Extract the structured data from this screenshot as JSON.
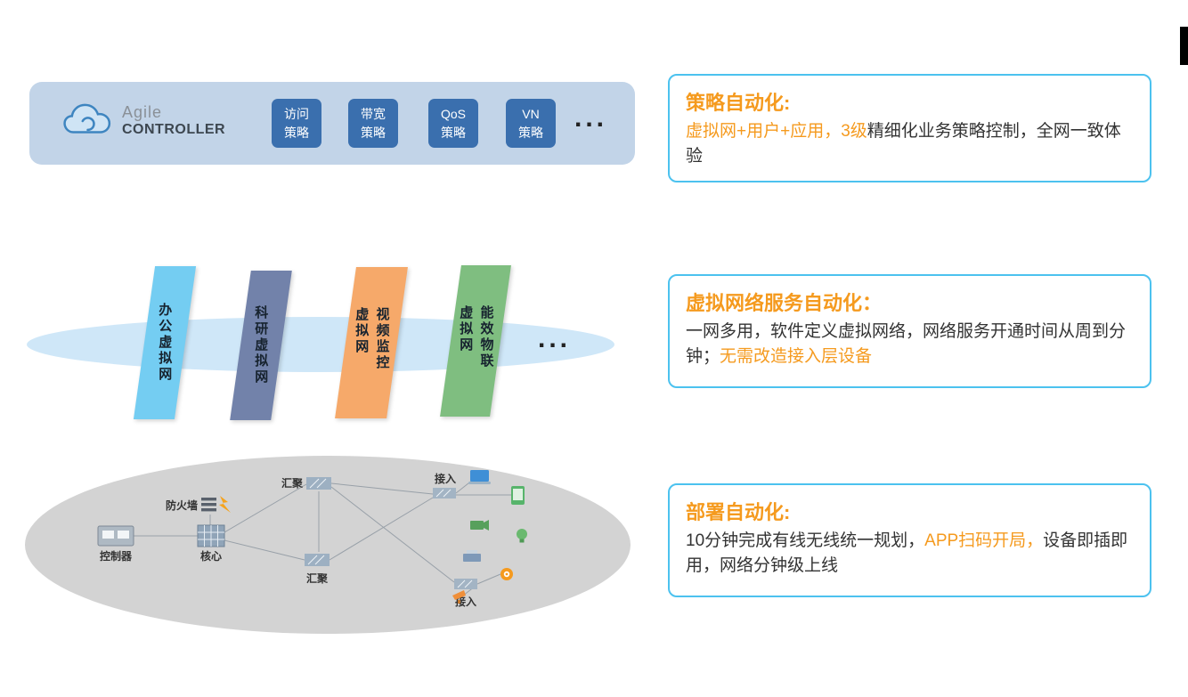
{
  "colors": {
    "accent_orange": "#f59a1e",
    "callout_border": "#4cc2ef",
    "banner_bg": "#c2d4e8",
    "chip_bg": "#3a6fae",
    "panel_cyan": "#74cdf2",
    "panel_slate": "#7282aa",
    "panel_orange": "#f6a96a",
    "panel_green": "#7fbe80",
    "ellipse_blue": "#cfe7f8",
    "ellipse_gray": "#d3d3d3"
  },
  "banner": {
    "logo": {
      "line1": "Agile",
      "line2": "CONTROLLER"
    },
    "policies": [
      {
        "line1": "访问",
        "line2": "策略"
      },
      {
        "line1": "带宽",
        "line2": "策略"
      },
      {
        "line1": "QoS",
        "line2": "策略"
      },
      {
        "line1": "VN",
        "line2": "策略"
      }
    ],
    "ellipsis": "..."
  },
  "virtual_networks": {
    "panels": [
      {
        "label": "办公虚拟网"
      },
      {
        "label": "科研虚拟网"
      },
      {
        "label": "视频监控虚拟网"
      },
      {
        "label": "能效物联虚拟网"
      }
    ],
    "ellipsis": "..."
  },
  "topology": {
    "labels": {
      "controller": "控制器",
      "firewall": "防火墙",
      "core": "核心",
      "aggregation": "汇聚",
      "access": "接入"
    }
  },
  "callouts": [
    {
      "title": "策略自动化:",
      "segments": [
        {
          "text": "虚拟网+用户+应用，3级",
          "highlight": true
        },
        {
          "text": "精细化业务策略控制，全网一致体验",
          "highlight": false
        }
      ]
    },
    {
      "title": "虚拟网络服务自动化：",
      "segments": [
        {
          "text": "一网多用，软件定义虚拟网络，网络服务开通时间从周到分钟；",
          "highlight": false
        },
        {
          "text": "无需改造接入层设备",
          "highlight": true
        }
      ]
    },
    {
      "title": "部署自动化:",
      "segments": [
        {
          "text": "10分钟完成有线无线统一规划，",
          "highlight": false
        },
        {
          "text": "APP扫码开局，",
          "highlight": true
        },
        {
          "text": "设备即插即用，网络分钟级上线",
          "highlight": false
        }
      ]
    }
  ]
}
